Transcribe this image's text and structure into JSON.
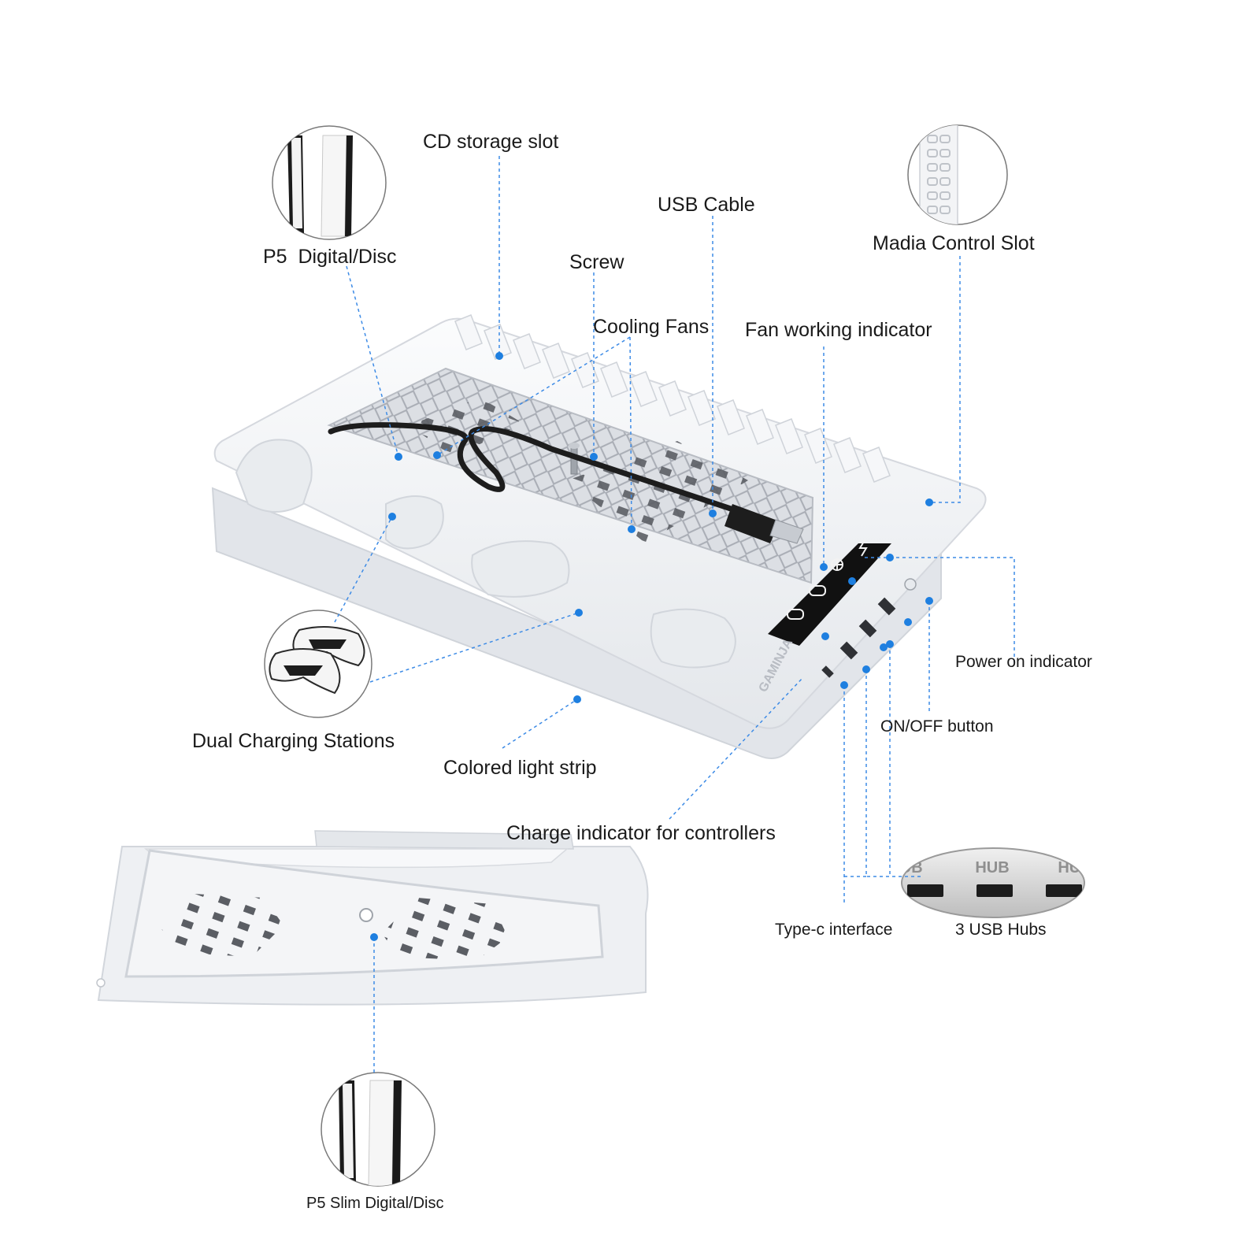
{
  "labels": {
    "cd_storage_slot": "CD storage slot",
    "usb_cable": "USB Cable",
    "madia_control_slot": "Madia Control Slot",
    "p5_digital_disc": "P5  Digital/Disc",
    "screw": "Screw",
    "cooling_fans": "Cooling Fans",
    "fan_working_indicator": "Fan working indicator",
    "power_on_indicator": "Power on indicator",
    "on_off_button": "ON/OFF button",
    "dual_charging_stations": "Dual Charging Stations",
    "colored_light_strip": "Colored light strip",
    "charge_indicator": "Charge indicator for controllers",
    "type_c_interface": "Type-c interface",
    "usb_hubs": "3 USB Hubs",
    "p5_slim": "P5 Slim Digital/Disc"
  },
  "hub_badges": [
    "HUB",
    "HUB",
    "HUB"
  ],
  "brand_mark": "GAMINJA",
  "colors": {
    "leader_line": "#3d8be6",
    "leader_dot": "#1e7fe0",
    "body_white": "#f4f5f7",
    "body_shade": "#dfe2e7",
    "grill": "#c9ccd2",
    "cable": "#1d1d1d",
    "panel": "#111111"
  },
  "icons": [
    "ps5-console-icon",
    "controller-icon",
    "media-remote-icon",
    "fan-icon",
    "lightning-icon"
  ]
}
